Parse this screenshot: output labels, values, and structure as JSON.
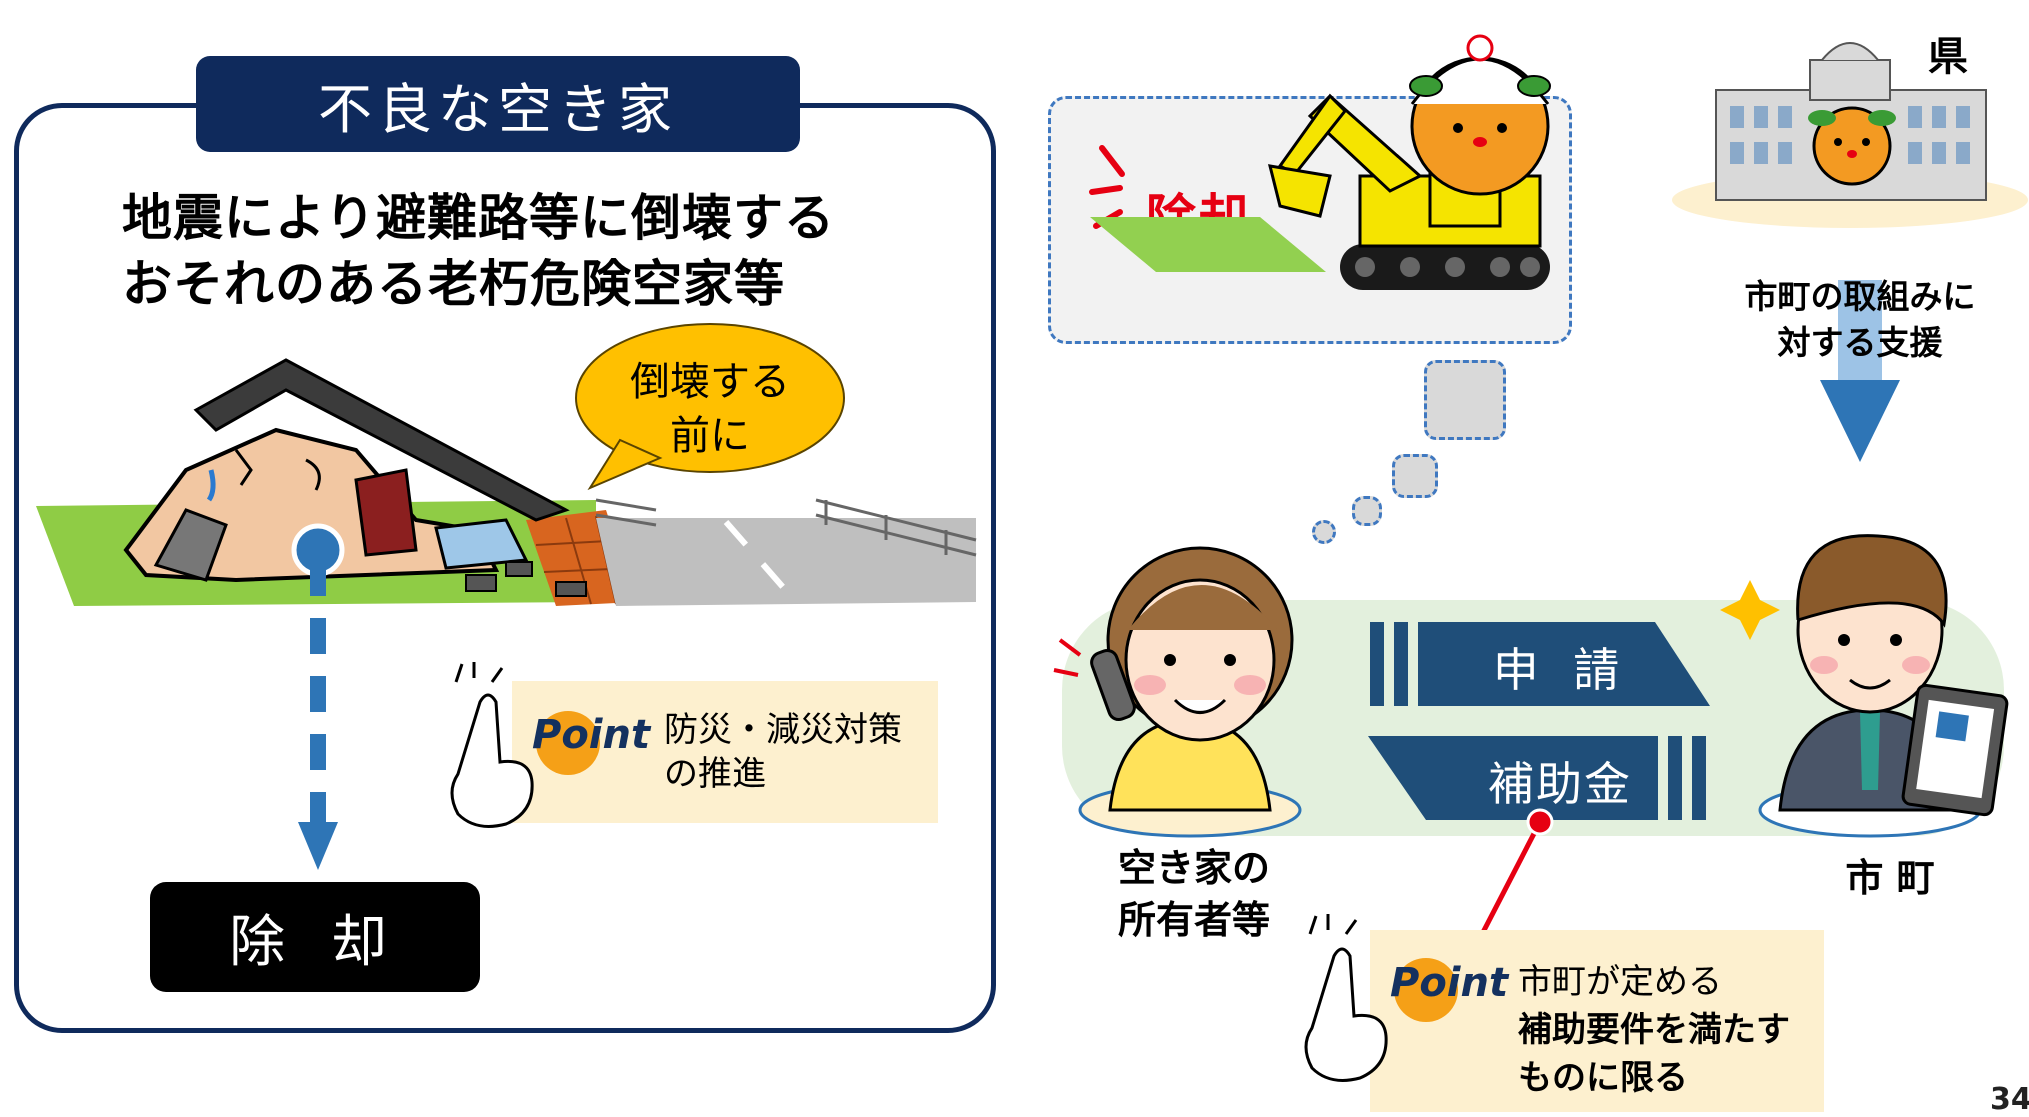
{
  "left": {
    "title": "不良な空き家",
    "headline_line1": "地震により避難路等に倒壊する",
    "headline_line2": "おそれのある老朽危険空家等",
    "bubble_line1": "倒壊する",
    "bubble_line2": "前に",
    "removal_label": "除 却",
    "point": {
      "word": "Point",
      "line1": "防災・減災対策",
      "line2": "の推進"
    }
  },
  "right": {
    "thought_label": "除却",
    "prefecture_label": "県",
    "support_line1": "市町の取組みに",
    "support_line2": "対する支援",
    "application_label": "申 請",
    "subsidy_label": "補助金",
    "owner_line1": "空き家の",
    "owner_line2": "所有者等",
    "municipality_label": "市 町",
    "point": {
      "word": "Point",
      "line1": "市町が定める",
      "line2": "補助要件を満たす",
      "line3": "ものに限る"
    }
  },
  "page_number": "34",
  "colors": {
    "navy": "#0f2a5c",
    "arrow_blue": "#2e75b6",
    "removal_red": "#e60012",
    "point_bg": "#fdf0cf",
    "band_green": "#e3f0dd",
    "arrow_navy": "#1f4e79"
  }
}
